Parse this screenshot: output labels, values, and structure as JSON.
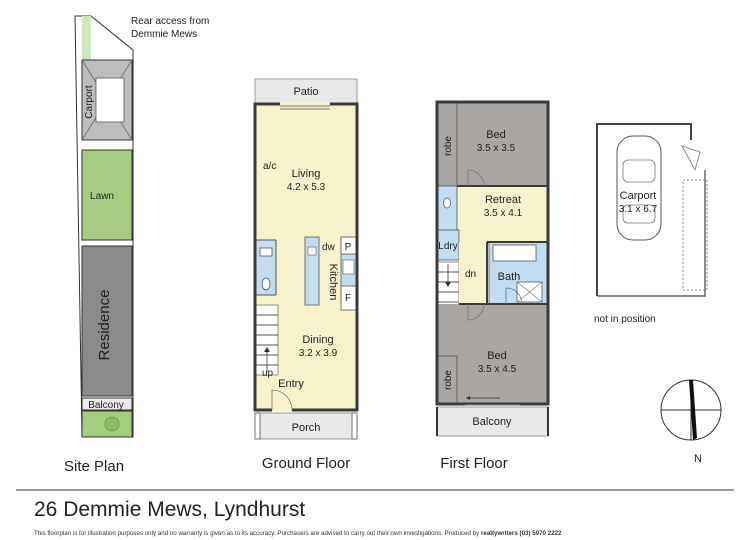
{
  "site_plan": {
    "caption": "Site Plan",
    "rear_access_line1": "Rear access from",
    "rear_access_line2": "Demmie Mews",
    "carport": "Carport",
    "lawn": "Lawn",
    "residence": "Residence",
    "balcony": "Balcony"
  },
  "ground_floor": {
    "caption": "Ground Floor",
    "patio": "Patio",
    "ac": "a/c",
    "living": "Living",
    "living_dim": "4.2 x 5.3",
    "dw": "dw",
    "pantry": "P",
    "kitchen": "Kitchen",
    "fridge": "F",
    "dining": "Dining",
    "dining_dim": "3.2 x 3.9",
    "up": "up",
    "entry": "Entry",
    "porch": "Porch"
  },
  "first_floor": {
    "caption": "First Floor",
    "robe_top": "robe",
    "bed1": "Bed",
    "bed1_dim": "3.5 x 3.5",
    "retreat": "Retreat",
    "retreat_dim": "3.5 x 4.1",
    "ldry": "Ldry",
    "dn": "dn",
    "bath": "Bath",
    "robe_bottom": "robe",
    "bed2": "Bed",
    "bed2_dim": "3.5 x 4.5",
    "balcony": "Balcony"
  },
  "carport": {
    "label": "Carport",
    "dim": "3.1 x 6.7",
    "note": "not in position"
  },
  "compass": {
    "label": "N"
  },
  "footer": {
    "address": "26 Demmie Mews, Lyndhurst",
    "disclaimer_prefix": "This floorplan is for illustration purposes only and no warranty is given as to its accuracy. Purchasers are advised to carry out their own investigations. Produced by ",
    "disclaimer_brand": "realtywriters",
    "disclaimer_phone": " (03) 5970 2222"
  },
  "colors": {
    "living": "#f8f2cc",
    "bedroom": "#a9a6a4",
    "wet": "#c2dcf1",
    "lawn": "#a6cc82",
    "residence": "#8b8b8b",
    "outdoor": "#e9e9e9"
  }
}
